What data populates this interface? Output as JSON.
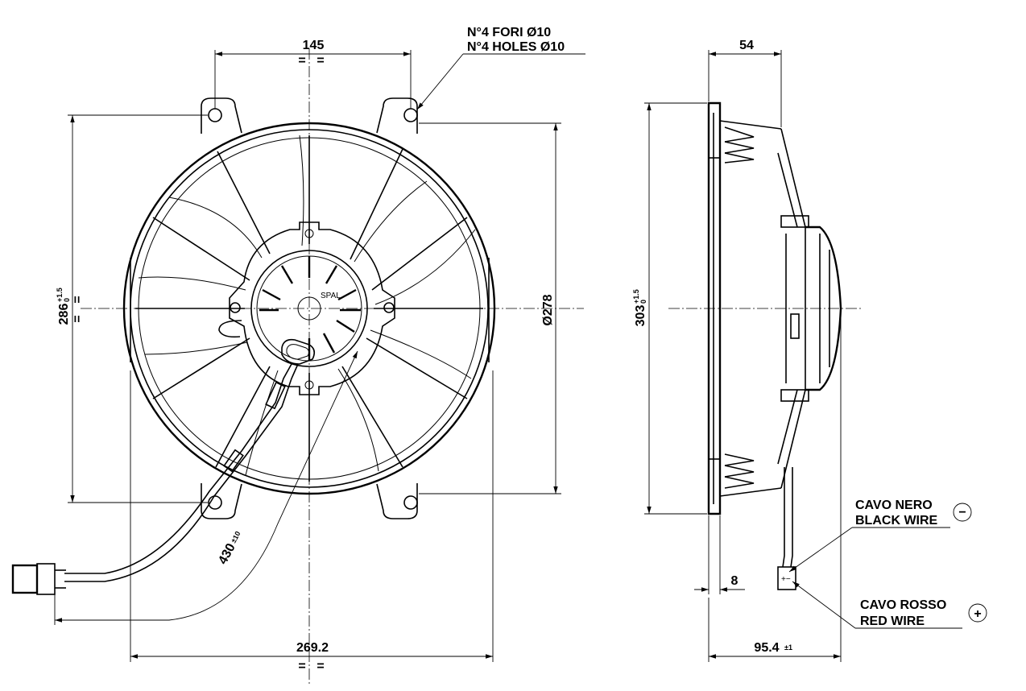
{
  "front_view": {
    "dim_hole_spacing_h": "145",
    "dim_hole_spacing_v": "286",
    "dim_hole_spacing_v_tol_upper": "+1.5",
    "dim_hole_spacing_v_tol_lower": "0",
    "dim_diameter": "Ø278",
    "dim_width": "269.2",
    "dim_cable_length": "430",
    "dim_cable_length_tol": "±10",
    "symmetry_mark": "=",
    "brand_mark": "SPAL"
  },
  "holes_note": {
    "line_it": "N°4 FORI Ø10",
    "line_en": "N°4 HOLES Ø10"
  },
  "side_view": {
    "dim_depth_top": "54",
    "dim_height": "303",
    "dim_height_tol_upper": "+1.5",
    "dim_height_tol_lower": "0",
    "dim_flange": "8",
    "dim_depth_bottom": "95.4",
    "dim_depth_bottom_tol": "±1"
  },
  "wires": {
    "black_it": "CAVO NERO",
    "black_en": "BLACK WIRE",
    "black_symbol": "−",
    "red_it": "CAVO ROSSO",
    "red_en": "RED WIRE",
    "red_symbol": "+"
  }
}
